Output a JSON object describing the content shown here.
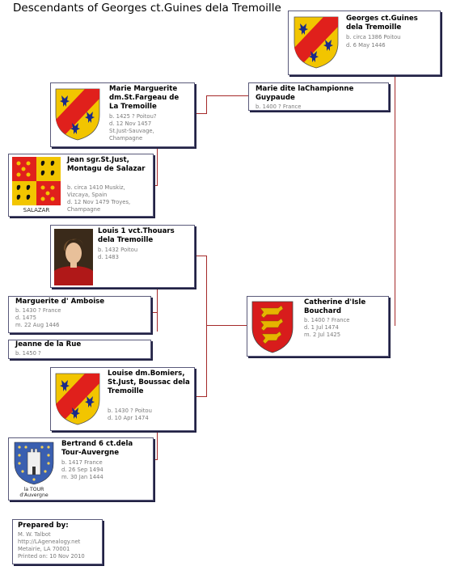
{
  "title": "Descendants of Georges ct.Guines dela Tremoille",
  "colors": {
    "line": "#a52a2a",
    "shield_gold": "#f2c500",
    "shield_red": "#e0201c",
    "shield_blue": "#1a2a8a"
  },
  "people": [
    {
      "id": "georges",
      "name": "Georges ct.Guines dela Tremoille",
      "details": [
        "b. circa 1386 Poitou",
        "d. 6 May 1446"
      ],
      "image": "tremoille-coat-of-arms"
    },
    {
      "id": "marie-marguerite",
      "name": "Marie Marguerite dm.St.Fargeau de La Tremoille",
      "details": [
        "b. 1425 ? Poitou?",
        "d. 12 Nov 1457",
        "St.Just-Sauvage,",
        "Champagne"
      ],
      "image": "tremoille-coat-of-arms"
    },
    {
      "id": "marie-dite",
      "name": "Marie dite laChampionne Guypaude",
      "details": [
        "b. 1400 ? France"
      ],
      "image": ""
    },
    {
      "id": "jean",
      "name": "Jean sgr.St.Just, Montagu de Salazar",
      "details": [
        "b. circa 1410 Muskiz,",
        "Vizcaya, Spain",
        "d. 12 Nov 1479 Troyes,",
        "Champagne"
      ],
      "image": "salazar-coat-of-arms",
      "image_caption": "SALAZAR"
    },
    {
      "id": "louis",
      "name": "Louis 1 vct.Thouars dela Tremoille",
      "details": [
        "b. 1432 Poitou",
        "d. 1483"
      ],
      "image": "portrait"
    },
    {
      "id": "marguerite",
      "name": "Marguerite d' Amboise",
      "details": [
        "b. 1430 ? France",
        "d. 1475",
        "m. 22 Aug 1446"
      ],
      "image": ""
    },
    {
      "id": "catherine",
      "name": "Catherine d'Isle Bouchard",
      "details": [
        "b. 1400 ? France",
        "d. 1 Jul 1474",
        "m. 2 Jul 1425"
      ],
      "image": "bouchard-coat-of-arms"
    },
    {
      "id": "jeanne",
      "name": "Jeanne de la Rue",
      "details": [
        "b. 1450 ?"
      ],
      "image": ""
    },
    {
      "id": "louise",
      "name": "Louise dm.Bomiers, St.Just, Boussac dela Tremoille",
      "details": [
        "b. 1430 ? Poitou",
        "d. 10 Apr 1474"
      ],
      "image": "tremoille-coat-of-arms"
    },
    {
      "id": "bertrand",
      "name": "Bertrand 6 ct.dela Tour-Auvergne",
      "details": [
        "b. 1417 France",
        "d. 26 Sep 1494",
        "m. 30 Jan 1444"
      ],
      "image": "tour-auvergne-coat-of-arms",
      "image_caption": "la TOUR d'Auvergne"
    }
  ],
  "prepared": {
    "title": "Prepared by:",
    "lines": [
      "M. W. Talbot",
      "http://LAgenealogy.net",
      "Metairie, LA 70001",
      "Printed on: 10 Nov 2010"
    ]
  }
}
